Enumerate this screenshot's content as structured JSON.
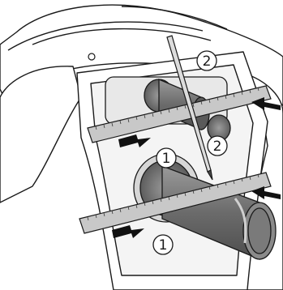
{
  "callouts": {
    "one_upper": "1",
    "two_top": "2",
    "two_middle": "2",
    "one_lower": "1"
  },
  "colors": {
    "pipe_dark": "#6b6b6b",
    "pipe_mid": "#8c8c8c",
    "pipe_light": "#a8a8a8",
    "ruler_fill": "#c8c8c8",
    "outline": "#1a1a1a"
  }
}
